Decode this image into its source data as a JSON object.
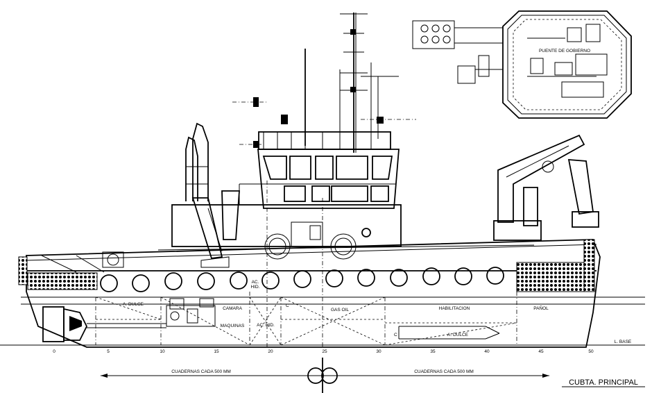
{
  "labels": {
    "a_dulce_aft": "A. DULCE",
    "camara": "CAMARA",
    "maquinas": "MAQUINAS",
    "ac_hid_top": "AC.\nHID.",
    "ac_hid_bottom": "AC. HID.",
    "c_left": "C",
    "c_right": "C",
    "gas_oil": "GAS OIL",
    "habilitacion": "HABILITACION",
    "panol": "PAÑOL",
    "a_dulce_fwd": "A. DULCE",
    "l_base": "L. BASE",
    "puente": "PUENTE DE GOBIERNO",
    "cuadernas_left": "CUADERNAS CADA 500 MM",
    "cuadernas_right": "CUADERNAS CADA 500 MM",
    "title": "CUBTA. PRINCIPAL"
  },
  "frame_scale": {
    "ticks": [
      "0",
      "5",
      "10",
      "15",
      "20",
      "25",
      "30",
      "35",
      "40",
      "45",
      "50"
    ]
  }
}
